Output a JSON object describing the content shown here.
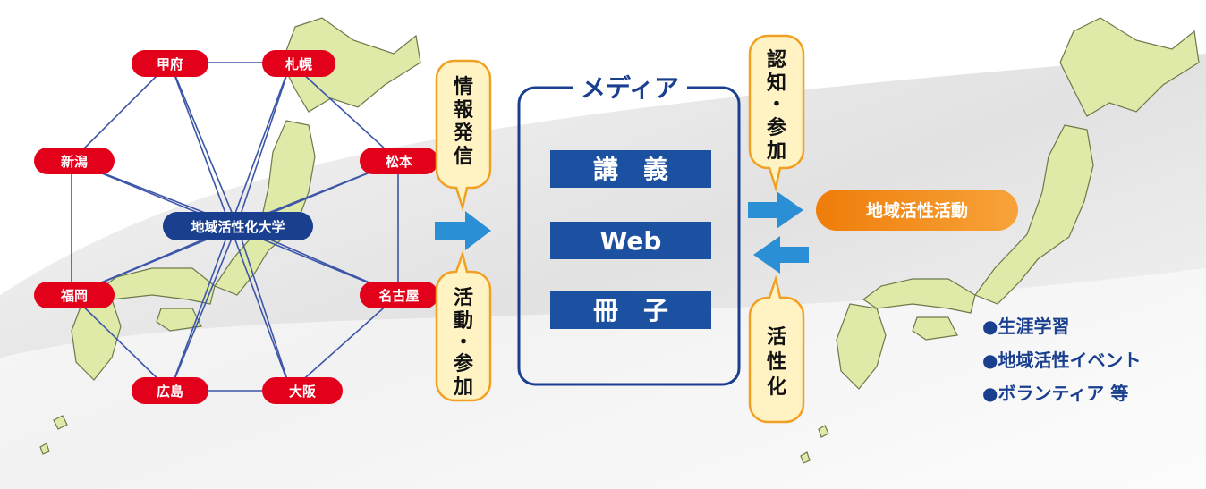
{
  "network": {
    "hub": "地域活性化大学",
    "cities": [
      "甲府",
      "札幌",
      "新潟",
      "松本",
      "福岡",
      "名古屋",
      "広島",
      "大阪"
    ]
  },
  "bubbles": {
    "send": [
      "情",
      "報",
      "発",
      "信"
    ],
    "act_join": [
      "活",
      "動",
      "・",
      "参",
      "加"
    ],
    "aware_join": [
      "認",
      "知",
      "・",
      "参",
      "加"
    ],
    "activate": [
      "活",
      "性",
      "化"
    ]
  },
  "media": {
    "title": "メディア",
    "items": [
      "講　義",
      "Web",
      "冊　子"
    ]
  },
  "activity": {
    "label": "地域活性活動"
  },
  "outcomes": [
    "●生涯学習",
    "●地域活性イベント",
    "●ボランティア 等"
  ],
  "colors": {
    "city_red": "#e3001b",
    "hub_navy": "#1a3f8f",
    "arrow_blue": "#2a8fd4",
    "media_blue": "#1c50a0",
    "bubble_fill": "#fff3c4",
    "bubble_border": "#f2a023",
    "activity_orange": "#ef7d0a",
    "map_green": "#dfe9a8",
    "line_blue": "#3c55a8"
  },
  "icons": [
    "map-japan-left",
    "map-japan-right",
    "arrow-right-icon",
    "arrow-left-icon"
  ]
}
